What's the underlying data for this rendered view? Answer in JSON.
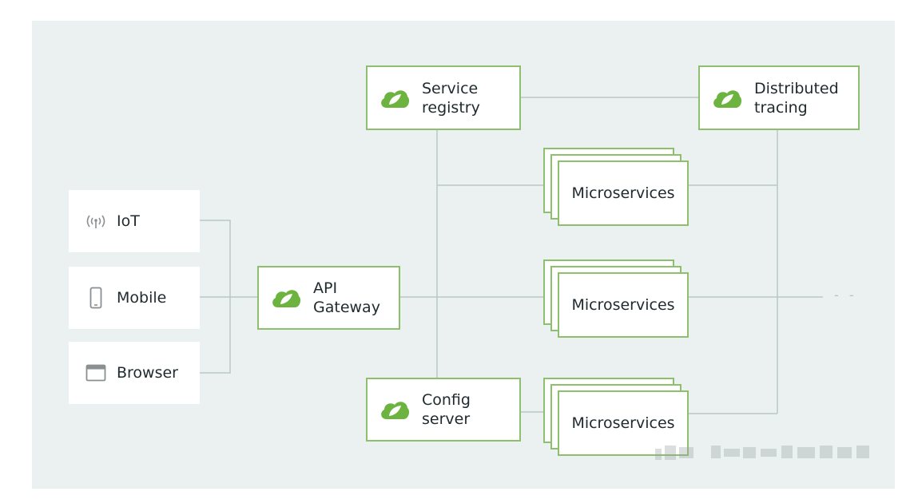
{
  "colors": {
    "accent": "#8ebf6c",
    "leaf": "#6db33f",
    "panel": "#ebf1f0",
    "line": "#b9c8c6"
  },
  "clients": [
    {
      "label": "IoT",
      "icon": "iot-signal-icon"
    },
    {
      "label": "Mobile",
      "icon": "mobile-phone-icon"
    },
    {
      "label": "Browser",
      "icon": "browser-window-icon"
    }
  ],
  "gateway": {
    "line1": "API",
    "line2": "Gateway"
  },
  "registry": {
    "line1": "Service",
    "line2": "registry"
  },
  "tracing": {
    "line1": "Distributed",
    "line2": "tracing"
  },
  "config": {
    "line1": "Config",
    "line2": "server"
  },
  "microservices": [
    {
      "label": "Microservices"
    },
    {
      "label": "Microservices"
    },
    {
      "label": "Microservices"
    }
  ],
  "continuation": "- -",
  "icons": {
    "spring": "spring-leaf-icon"
  }
}
